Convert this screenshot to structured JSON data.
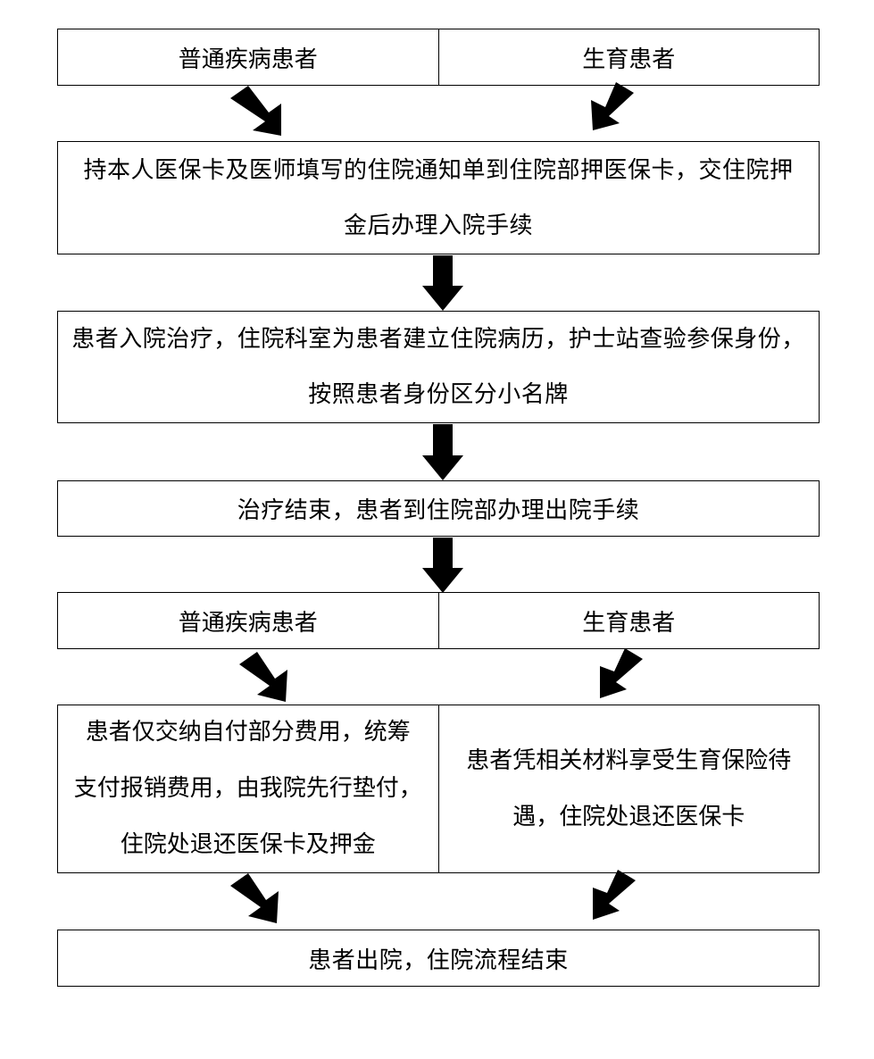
{
  "step1": {
    "left": "普通疾病患者",
    "right": "生育患者"
  },
  "step2": {
    "line1": "持本人医保卡及医师填写的住院通知单到住院部押医保卡，交住院押",
    "line2": "金后办理入院手续"
  },
  "step3": {
    "line1": "患者入院治疗，住院科室为患者建立住院病历，护士站查验参保身份，",
    "line2": "按照患者身份区分小名牌"
  },
  "step4": {
    "text": "治疗结束，患者到住院部办理出院手续"
  },
  "step5": {
    "left": "普通疾病患者",
    "right": "生育患者"
  },
  "step6": {
    "left_line1": "患者仅交纳自付部分费用，统筹",
    "left_line2": "支付报销费用，由我院先行垫付，",
    "left_line3": "住院处退还医保卡及押金",
    "right_line1": "患者凭相关材料享受生育保险待",
    "right_line2": "遇，住院处退还医保卡"
  },
  "step7": {
    "text": "患者出院，住院流程结束"
  }
}
